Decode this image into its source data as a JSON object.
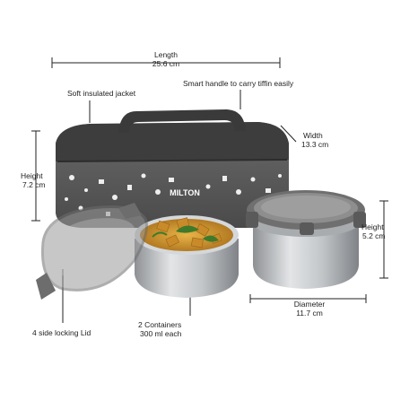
{
  "brand": "MILTON",
  "dimensions": {
    "length": {
      "label": "Length",
      "value": "25.6 cm"
    },
    "width": {
      "label": "Width",
      "value": "13.3 cm"
    },
    "height_bag": {
      "label": "Height",
      "value": "7.2 cm"
    },
    "height_container": {
      "label": "Height",
      "value": "5.2 cm"
    },
    "diameter": {
      "label": "Diameter",
      "value": "11.7 cm"
    }
  },
  "features": {
    "jacket": "Soft insulated jacket",
    "handle": "Smart handle to carry tiffin easily",
    "lid": "4 side locking Lid",
    "containers_line1": "2 Containers",
    "containers_line2": "300 ml each"
  },
  "colors": {
    "bag": "#555555",
    "bag_top": "#3a3a3a",
    "steel": "#b9bcbf",
    "lid": "#8b8b8b",
    "food": "#d9a33a",
    "leaf": "#3f7a2a"
  }
}
